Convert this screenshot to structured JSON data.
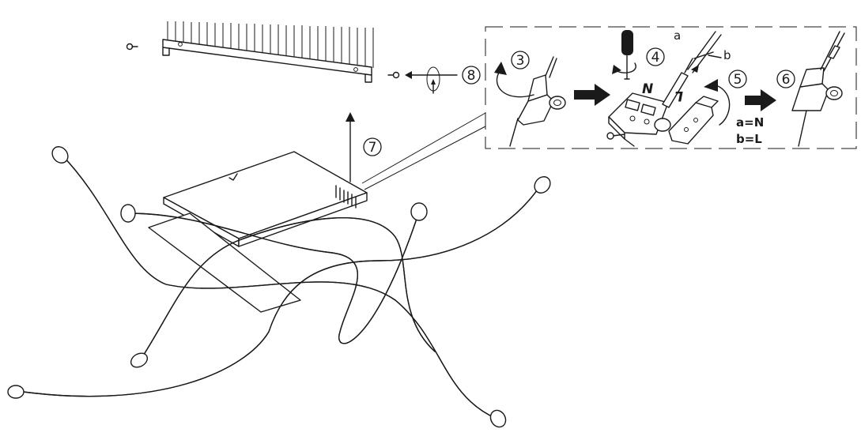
{
  "steps": [
    "3",
    "4",
    "5",
    "6",
    "7",
    "8"
  ],
  "wire_labels": {
    "a": "a",
    "b": "b"
  },
  "terminal_labels": {
    "neutral": "N",
    "live": "L"
  },
  "legend": {
    "line1": "a=N",
    "line2": "b=L"
  },
  "colors": {
    "ink": "#1a1a1a",
    "background": "#ffffff"
  }
}
